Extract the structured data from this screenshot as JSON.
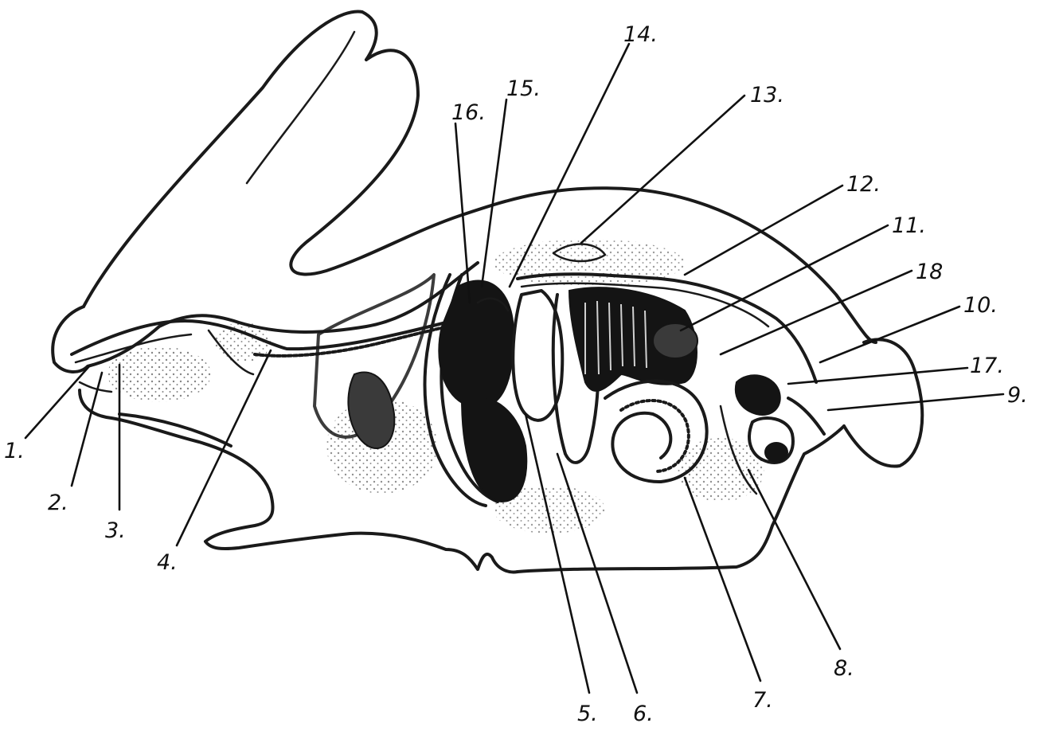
{
  "diagram": {
    "labels": [
      "1.",
      "2.",
      "3.",
      "4.",
      "5.",
      "6.",
      "7.",
      "8.",
      "9.",
      "10.",
      "11.",
      "12.",
      "13.",
      "14.",
      "15.",
      "16.",
      "17.",
      "18"
    ]
  }
}
